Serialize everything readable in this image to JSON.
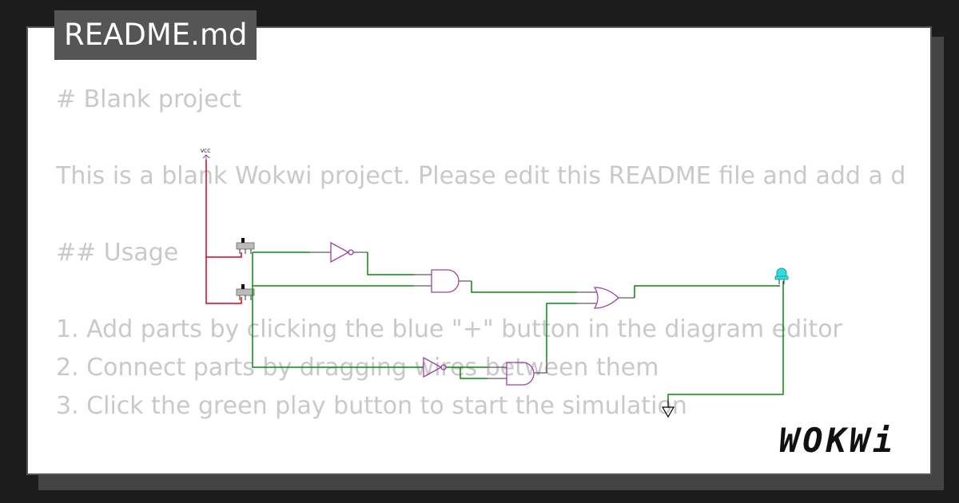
{
  "tab": {
    "label": "README.md"
  },
  "readme": {
    "lines": [
      "# Blank project",
      "This is a blank Wokwi project. Please edit this README file and add a description of your project.",
      "## Usage",
      "1. Add parts by clicking the blue \"+\" button in the diagram editor",
      "2. Connect parts by dragging wires between them",
      "3. Click the green play button to start the simulation"
    ]
  },
  "circuit": {
    "vcc_label": "VCC",
    "colors": {
      "power_wire": "#e0001a",
      "signal_wire": "#0a8a0a",
      "gate": "#a040a0",
      "led": "#33dddd"
    }
  },
  "brand": {
    "logo": "WOKWi"
  }
}
